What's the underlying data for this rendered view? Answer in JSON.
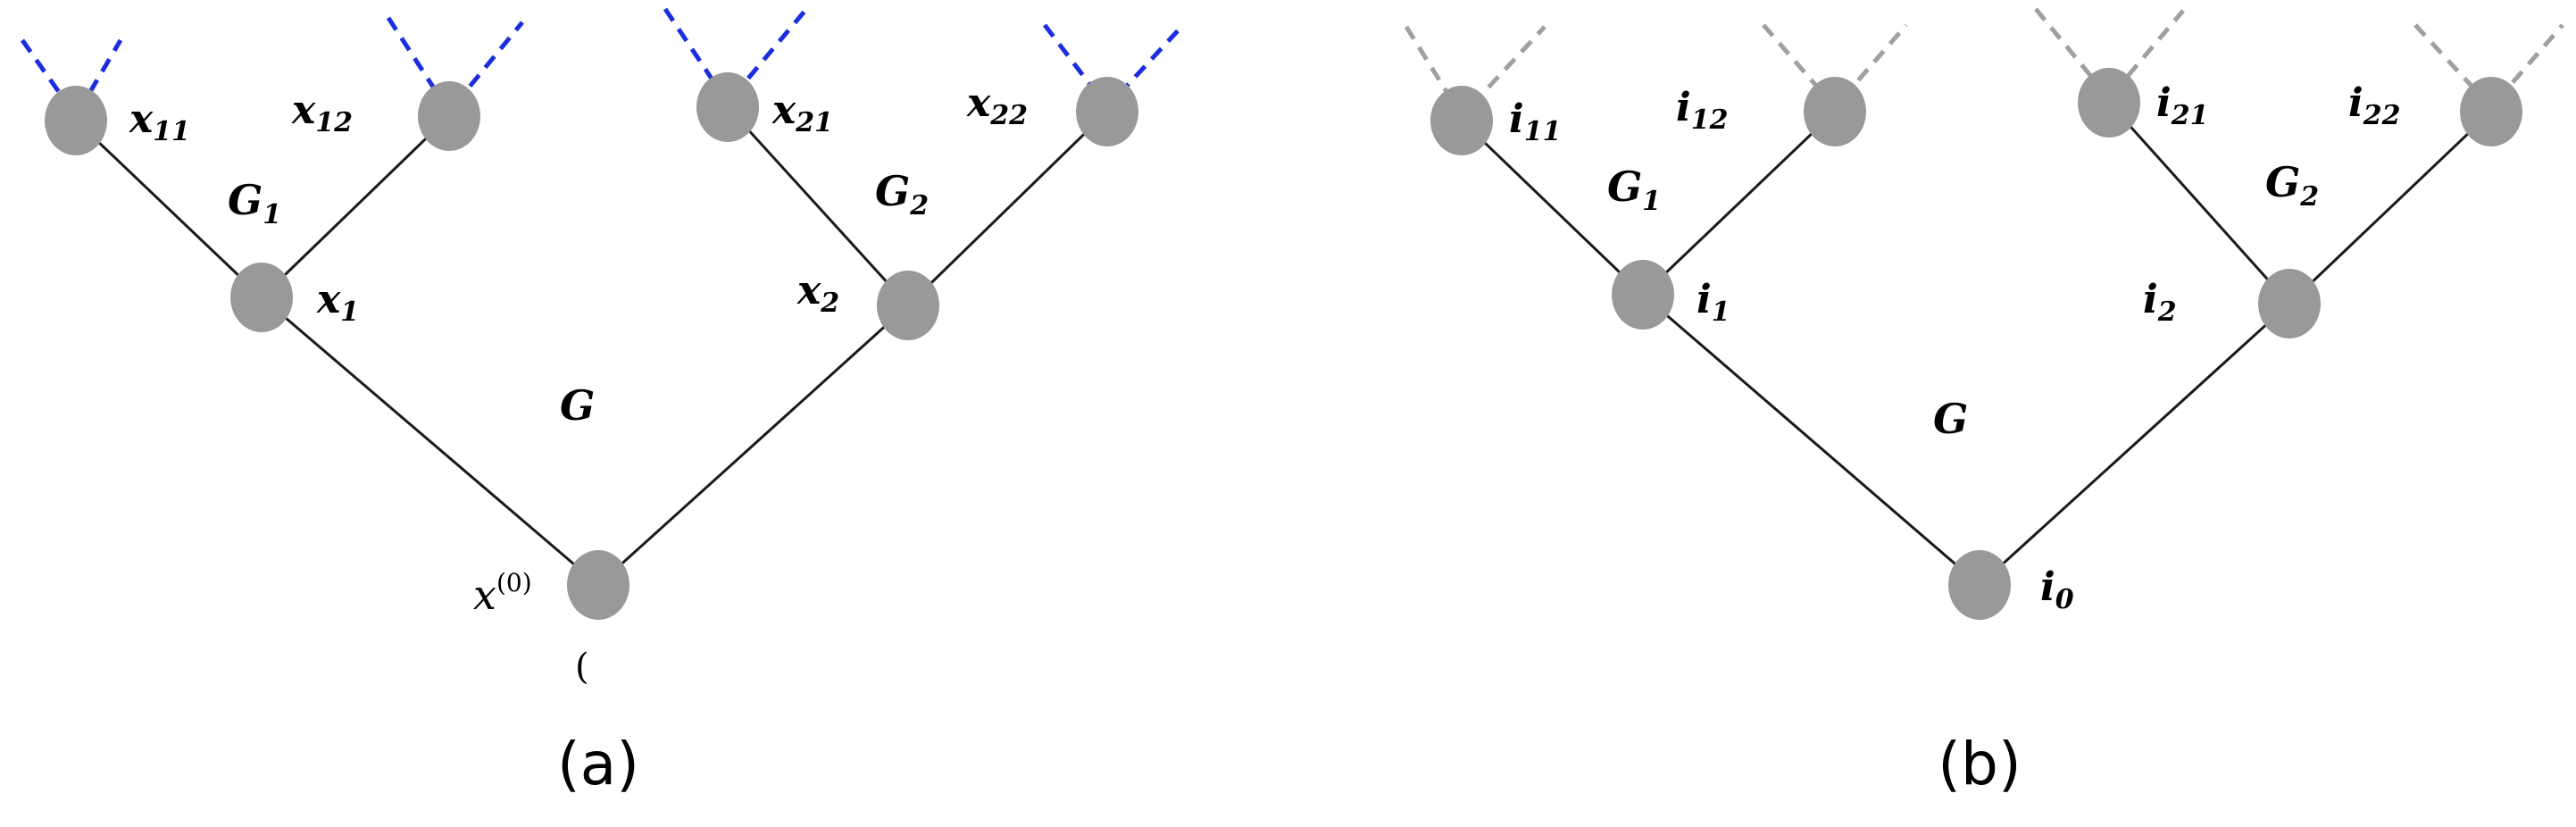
{
  "panel_a": {
    "caption": "(a)",
    "root_label": {
      "base": "x",
      "sup": "(0)"
    },
    "stray_mark": "(",
    "center_label": {
      "base": "G",
      "color": "#1a2de0"
    },
    "level1_labels": [
      {
        "base": "x",
        "sub": "1"
      },
      {
        "base": "x",
        "sub": "2"
      }
    ],
    "sub_gate_labels": [
      {
        "base": "G",
        "sub": "1"
      },
      {
        "base": "G",
        "sub": "2"
      }
    ],
    "leaf_labels": [
      {
        "base": "x",
        "sub": "11"
      },
      {
        "base": "x",
        "sub": "12"
      },
      {
        "base": "x",
        "sub": "21"
      },
      {
        "base": "x",
        "sub": "22"
      }
    ],
    "dash_color": "#1a2de0"
  },
  "panel_b": {
    "caption": "(b)",
    "root_label": {
      "base": "i",
      "sub": "0"
    },
    "center_label": {
      "base": "G"
    },
    "level1_labels": [
      {
        "base": "i",
        "sub": "1"
      },
      {
        "base": "i",
        "sub": "2"
      }
    ],
    "sub_gate_labels": [
      {
        "base": "G",
        "sub": "1"
      },
      {
        "base": "G",
        "sub": "2"
      }
    ],
    "leaf_labels": [
      {
        "base": "i",
        "sub": "11"
      },
      {
        "base": "i",
        "sub": "12"
      },
      {
        "base": "i",
        "sub": "21"
      },
      {
        "base": "i",
        "sub": "22"
      }
    ],
    "dash_color": "#a0a0a0"
  },
  "colors": {
    "node": "#999999",
    "edge": "#1a1a1a"
  }
}
